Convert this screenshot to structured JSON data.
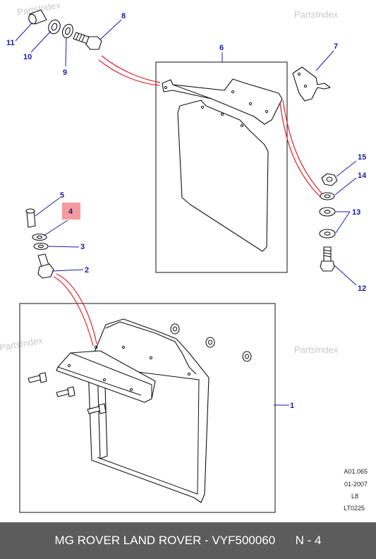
{
  "watermarks": [
    "PartsIndex",
    "PartsIndex",
    "PartsIndex",
    "PartsIndex"
  ],
  "callouts": [
    "1",
    "2",
    "3",
    "4",
    "5",
    "6",
    "7",
    "8",
    "9",
    "10",
    "11",
    "12",
    "13",
    "14",
    "15"
  ],
  "highlighted_callout": "4",
  "highlight_color": "#f59a9e",
  "callout_color": "#1a1aa6",
  "line_color": "#e0202a",
  "reference": [
    "A01.065",
    "01-2007",
    "L8",
    "LT0225"
  ],
  "footer": {
    "title": "MG ROVER LAND ROVER - VYF500060",
    "page": "N - 4"
  }
}
